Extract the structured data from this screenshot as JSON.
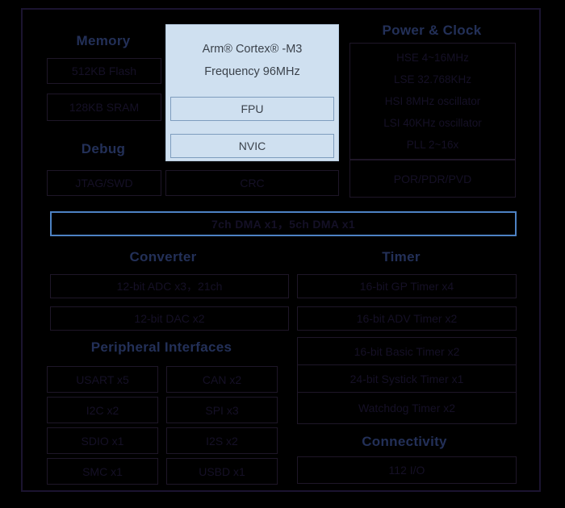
{
  "cpu": {
    "title_line1": "Arm® Cortex® -M3",
    "title_line2": "Frequency 96MHz",
    "fpu": "FPU",
    "nvic": "NVIC",
    "crc": "CRC"
  },
  "bus": {
    "label": "7ch DMA x1，5ch DMA x1"
  },
  "sections": {
    "memory": {
      "title": "Memory",
      "items": [
        "512KB Flash",
        "128KB SRAM"
      ]
    },
    "debug": {
      "title": "Debug",
      "items": [
        "JTAG/SWD"
      ]
    },
    "power_clock": {
      "title": "Power & Clock",
      "clock_items": [
        "HSE 4~16MHz",
        "LSE 32.768KHz",
        "HSI 8MHz oscillator",
        "LSI 40KHz oscillator",
        "PLL 2~16x"
      ],
      "power_items": [
        "POR/PDR/PVD"
      ]
    },
    "converter": {
      "title": "Converter",
      "items": [
        "12-bit ADC x3，21ch",
        "12-bit DAC x2"
      ]
    },
    "timer": {
      "title": "Timer",
      "items": [
        "16-bit GP Timer x4",
        "16-bit ADV Timer x2",
        "16-bit Basic Timer x2",
        "24-bit Systick Timer x1",
        "Watchdog Timer x2"
      ]
    },
    "peripheral": {
      "title": "Peripheral Interfaces",
      "col1": [
        "USART x5",
        "I2C x2",
        "SDIO x1",
        "SMC x1"
      ],
      "col2": [
        "CAN x2",
        "SPI x3",
        "I2S x2",
        "USBD x1"
      ]
    },
    "connectivity": {
      "title": "Connectivity",
      "items": [
        "112 I/O"
      ]
    }
  },
  "colors": {
    "header_text": "#233058",
    "bus_border": "#4d82c4",
    "cpu_fill": "#cfe0f0",
    "cpu_sub_border": "#7e9dbe",
    "hidden_text": "#151026",
    "background": "#000000"
  }
}
